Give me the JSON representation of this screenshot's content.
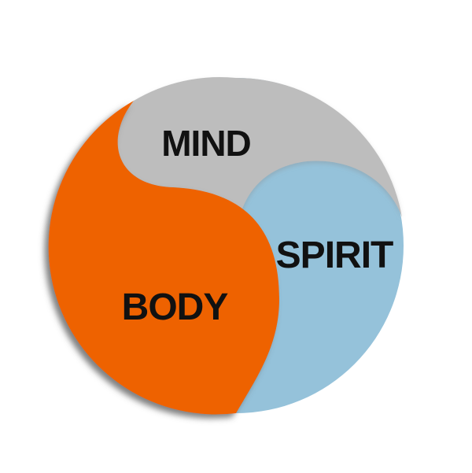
{
  "segments": [
    {
      "id": "mind",
      "label": "MIND",
      "color": "#bdbdbd"
    },
    {
      "id": "body",
      "label": "BODY",
      "color": "#ee6200"
    },
    {
      "id": "spirit",
      "label": "SPIRIT",
      "color": "#95c2da"
    }
  ],
  "background_color": "#ffffff",
  "shadow_color": "#6e6e6e"
}
